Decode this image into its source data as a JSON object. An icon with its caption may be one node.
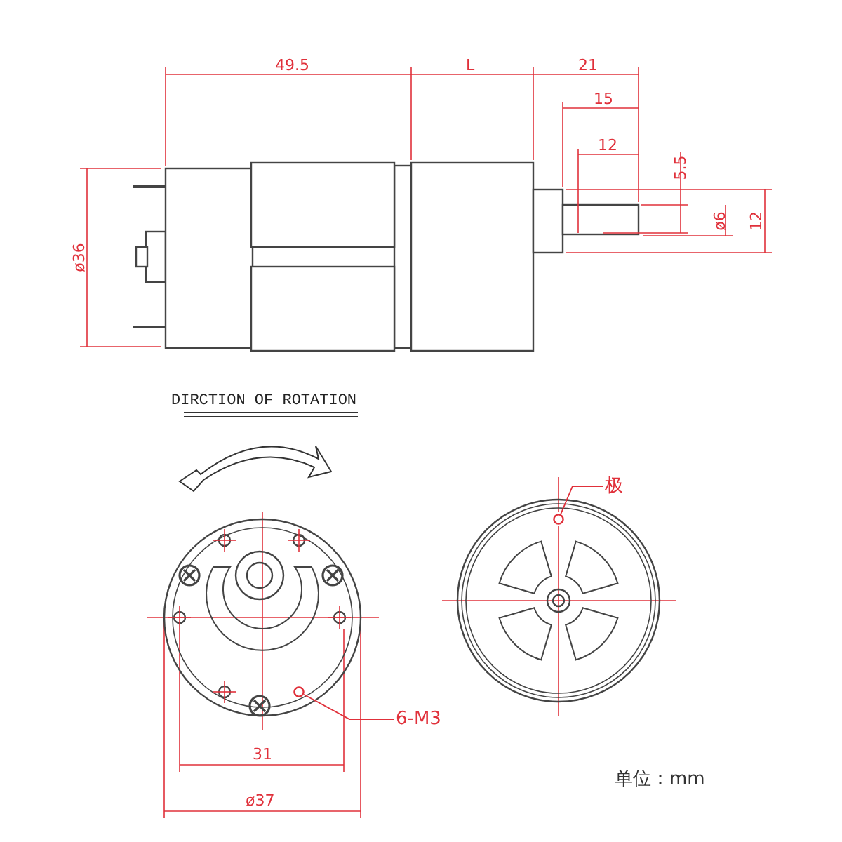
{
  "diagram": {
    "nodes": [
      {
        "text": [
          "极"
        ]
      },
      {
        "text": [],
        "shape": "circle"
      },
      {
        "text": [
          "6-M3"
        ]
      },
      {
        "text": [],
        "shape": "circle"
      }
    ],
    "edges": [
      {
        "from": 0,
        "to": 1,
        "arrow": "none"
      },
      {
        "from": 2,
        "to": 3,
        "arrow": "none"
      }
    ],
    "labels": [
      "49.5",
      "L",
      "21",
      "15",
      "12",
      "5.5",
      "ø6",
      "12",
      "ø36",
      "DIRCTION OF ROTATION",
      "31",
      "ø37",
      "单位：mm"
    ]
  }
}
